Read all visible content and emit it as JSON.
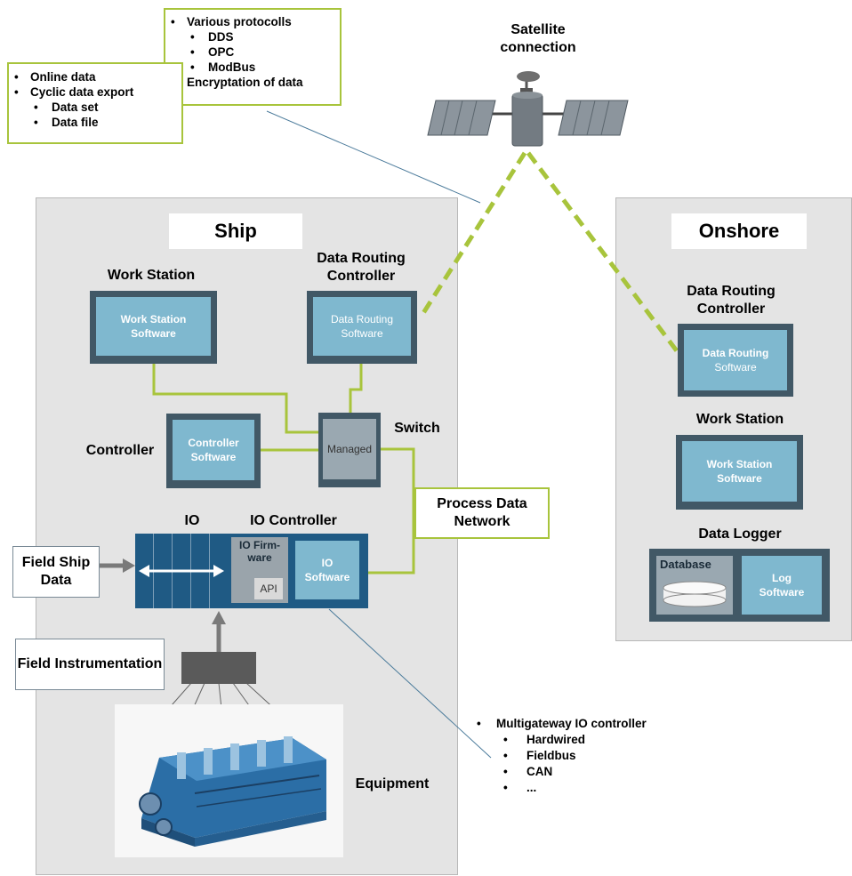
{
  "callout_protocols": {
    "items": [
      "Various protocolls",
      "DDS",
      "OPC",
      "ModBus"
    ],
    "footer": "Encryptation of data"
  },
  "callout_data": {
    "items": [
      "Online data",
      "Cyclic data export",
      "Data set",
      "Data file"
    ]
  },
  "satellite": {
    "label": "Satellite connection"
  },
  "ship": {
    "title": "Ship",
    "work_station": {
      "label": "Work Station",
      "software": "Work Station Software"
    },
    "data_routing": {
      "label": "Data Routing Controller",
      "software": "Data Routing Software"
    },
    "controller": {
      "label": "Controller",
      "software": "Controller Software"
    },
    "switch": {
      "label": "Switch",
      "mode": "Managed"
    },
    "process_network": "Process Data Network",
    "io_label": "IO",
    "io_controller": {
      "label": "IO Controller",
      "firmware": "IO Firm-ware",
      "api": "API",
      "software": "IO Software"
    },
    "field_ship_data": "Field Ship Data",
    "field_instrumentation": "Field Instrumentation",
    "equipment": "Equipment"
  },
  "onshore": {
    "title": "Onshore",
    "data_routing": {
      "label": "Data Routing Controller",
      "software_line1": "Data Routing",
      "software_line2": "Software"
    },
    "work_station": {
      "label": "Work Station",
      "software": "Work Station Software"
    },
    "data_logger": {
      "label": "Data Logger",
      "database": "Database",
      "log_software": "Log Software"
    }
  },
  "multigateway": {
    "items": [
      "Multigateway IO controller",
      "Hardwired",
      "Fieldbus",
      "CAN",
      "..."
    ]
  },
  "colors": {
    "accent_green": "#a8c43c",
    "monitor_frame": "#415866",
    "screen_blue": "#7fb8cf",
    "io_blue": "#1f5a84"
  }
}
